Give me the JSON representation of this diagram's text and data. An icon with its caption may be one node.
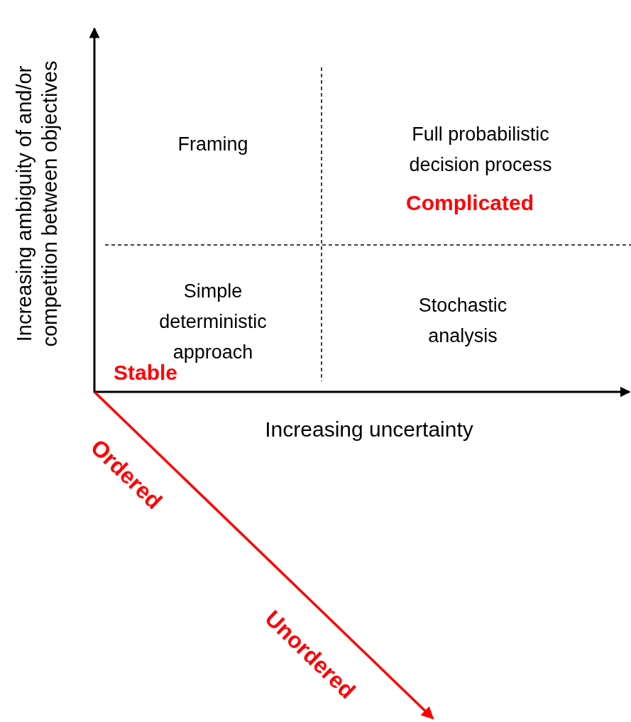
{
  "diagram": {
    "labels": [
      "Increasing ambiguity of and/or competition between objectives",
      "Framing",
      "Full probabilistic decision process",
      "Complicated",
      "Simple deterministic approach",
      "Stochastic analysis",
      "Stable",
      "Increasing uncertainty",
      "Ordered",
      "Unordered"
    ]
  }
}
